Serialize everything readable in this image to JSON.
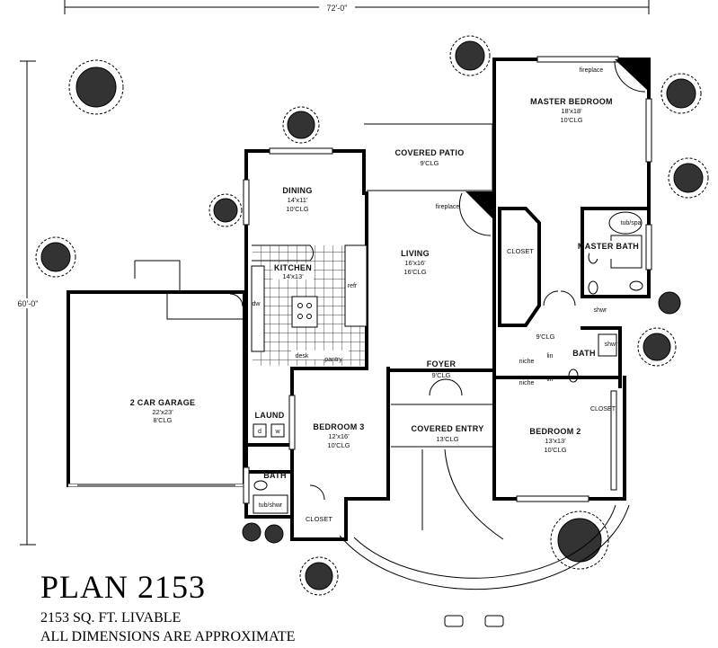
{
  "plan": {
    "title": "PLAN 2153",
    "sqft": "2153 SQ. FT. LIVABLE",
    "note": "ALL DIMENSIONS ARE APPROXIMATE"
  },
  "dimensions": {
    "width": "72'-0\"",
    "depth": "60'-0\""
  },
  "rooms": {
    "master_bedroom": {
      "name": "MASTER BEDROOM",
      "size": "18'x18'",
      "clg": "10'CLG",
      "fireplace": "fireplace"
    },
    "covered_patio": {
      "name": "COVERED PATIO",
      "clg": "9'CLG"
    },
    "dining": {
      "name": "DINING",
      "size": "14'x11'",
      "clg": "10'CLG"
    },
    "living": {
      "name": "LIVING",
      "size": "16'x16'",
      "clg": "16'CLG",
      "fireplace": "fireplace"
    },
    "kitchen": {
      "name": "KITCHEN",
      "size": "14'x13'",
      "desk": "desk",
      "pantry": "pantry",
      "refr": "refr",
      "dw": "dw"
    },
    "closet_master": {
      "name": "CLOSET"
    },
    "master_bath": {
      "name": "MASTER BATH",
      "tub": "tub/spa",
      "shwr": "shwr"
    },
    "garage": {
      "name": "2 CAR GARAGE",
      "size": "22'x23'",
      "clg": "8'CLG"
    },
    "foyer": {
      "name": "FOYER",
      "clg": "9'CLG"
    },
    "hall": {
      "clg": "9'CLG"
    },
    "bath2": {
      "name": "BATH",
      "shwr": "shwr",
      "lin1": "lin",
      "lin2": "lin",
      "niche1": "niche",
      "niche2": "niche"
    },
    "laundry": {
      "name": "LAUND",
      "d": "d",
      "w": "w"
    },
    "bedroom3": {
      "name": "BEDROOM 3",
      "size": "12'x16'",
      "clg": "10'CLG"
    },
    "covered_entry": {
      "name": "COVERED ENTRY",
      "clg": "13'CLG"
    },
    "bedroom2": {
      "name": "BEDROOM 2",
      "size": "13'x13'",
      "clg": "10'CLG",
      "closet": "CLOSET"
    },
    "bath3": {
      "name": "BATH",
      "tub": "tub/shwr"
    },
    "closet_bed3": {
      "name": "CLOSET"
    }
  }
}
